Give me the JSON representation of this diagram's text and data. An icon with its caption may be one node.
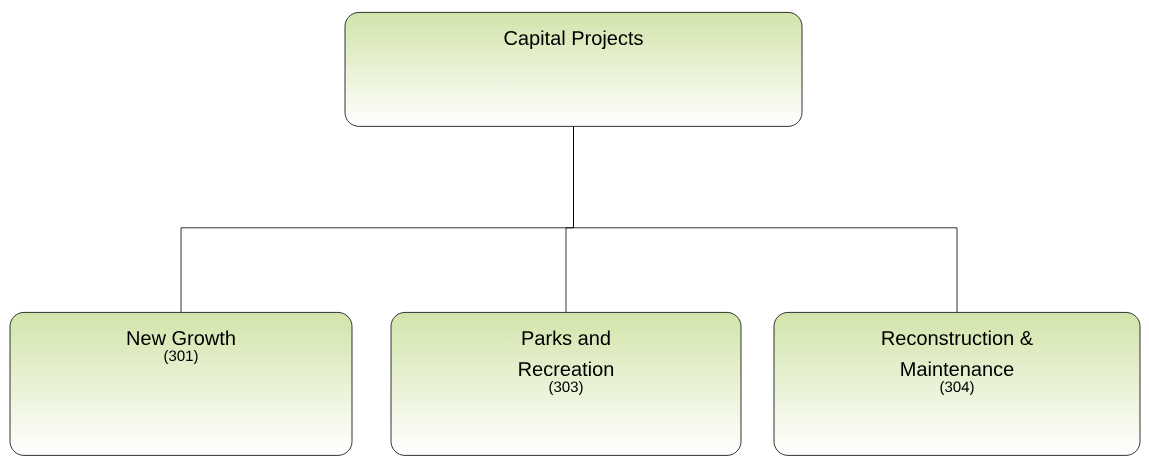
{
  "diagram": {
    "nodes": [
      {
        "text": [
          "Capital Projects"
        ]
      },
      {
        "text": [
          "New Growth",
          "(301)"
        ]
      },
      {
        "text": [
          "Parks and Recreation",
          "(303)"
        ]
      },
      {
        "text": [
          "Reconstruction & Maintenance",
          "(304)"
        ]
      }
    ],
    "edges": [
      {
        "from": 0,
        "to": 1,
        "arrow": "none"
      },
      {
        "from": 0,
        "to": 2,
        "arrow": "none"
      },
      {
        "from": 0,
        "to": 3,
        "arrow": "none"
      }
    ]
  }
}
